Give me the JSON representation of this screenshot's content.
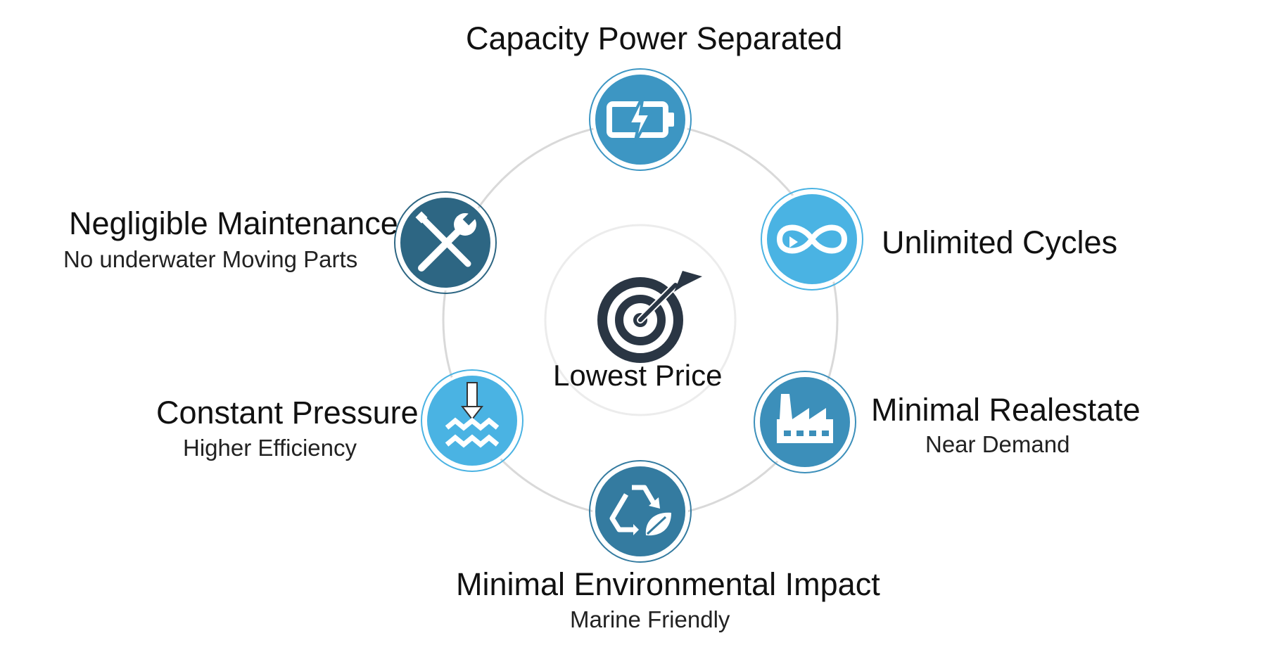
{
  "center": {
    "title": "Lowest Price",
    "icon": "target-arrow-icon",
    "color": "#2a3644"
  },
  "nodes": [
    {
      "id": "capacity",
      "title": "Capacity Power Separated",
      "subtitle": "",
      "icon": "battery-bolt-icon",
      "color": "#3d96c3"
    },
    {
      "id": "cycles",
      "title": "Unlimited Cycles",
      "subtitle": "",
      "icon": "infinity-cycle-icon",
      "color": "#4ab3e3"
    },
    {
      "id": "realestate",
      "title": "Minimal Realestate",
      "subtitle": "Near Demand",
      "icon": "factory-icon",
      "color": "#3c8fba"
    },
    {
      "id": "environment",
      "title": "Minimal Environmental Impact",
      "subtitle": "Marine Friendly",
      "icon": "recycle-leaf-icon",
      "color": "#347ba0"
    },
    {
      "id": "pressure",
      "title": "Constant Pressure",
      "subtitle": "Higher Efficiency",
      "icon": "pressure-waves-icon",
      "color": "#4ab3e3"
    },
    {
      "id": "maintenance",
      "title": "Negligible Maintenance",
      "subtitle": "No underwater Moving Parts",
      "icon": "tools-icon",
      "color": "#2d6683"
    }
  ],
  "colors": {
    "ring": "#d9d9d9",
    "inner_ring": "#ececec",
    "icon_fg": "#ffffff"
  }
}
